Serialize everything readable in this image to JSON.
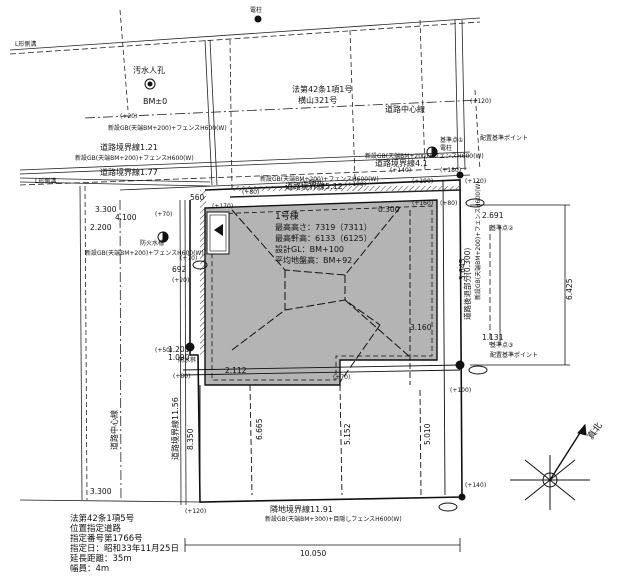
{
  "building": {
    "name": "1号棟",
    "max_height": "最高高さ：7319（7311）",
    "max_eave": "最高軒高：6133（6125）",
    "design_gl": "設計GL：BM+100",
    "avg_ground": "平均地盤高：BM+92"
  },
  "roads": {
    "north_designation_1": "法第42条1項1号",
    "north_designation_2": "横山321号",
    "north_centerline": "道路中心線",
    "north_boundary_1": "道路境界線1.21",
    "north_boundary_2": "道路境界線1.77",
    "north_boundary_3": "道路境界線4.1",
    "north_boundary_4": "道路境界線5.12",
    "west_centerline": "道路中心線",
    "west_boundary": "道路境界線11.56",
    "south_boundary": "隣地境界線11.91",
    "east_road_note": "道路後退部分(0.300)"
  },
  "markers": {
    "manhole": "汚水人孔",
    "bm": "BM±0",
    "pole": "電柱",
    "pole2": "電柱",
    "fire": "防火水槽",
    "drain": "雨水桝",
    "ref1": "配置基準ポイント",
    "ref2": "配置基準ポイント",
    "ref3": "基準点③",
    "ref4": "基準点②",
    "ref5": "基準点①",
    "lmark": "L形側溝",
    "lmark2": "L形側溝"
  },
  "notes_top": {
    "n1": "新設GB(天端BM+200)+フェンスH600(W)",
    "n2": "新設GB(天端BM+200)+フェンスH600(W)",
    "n3": "新設GB(天端BM+200)+フェンスH600(W)",
    "n4": "新設GB(天端BM+200)+フェンスH600(W)",
    "n5": "新設GB(天端BM+200)+フェンスH600(W)",
    "n6": "新設GB(天端BM+300)+目隠しフェンスH600(W)",
    "n7": "新設GB(天端BM+200)+フェンスH600(W)"
  },
  "dims": {
    "d2200": "2.200",
    "d4100": "4.100",
    "d3300": "3.300",
    "d2112": "2.112",
    "d2691": "2.691",
    "d6425": "6.425",
    "d1131": "1.131",
    "d10050": "10.050",
    "d8350": "8.350",
    "d6665": "6.665",
    "d5152": "5.152",
    "d5010": "5.010",
    "d3300b": "3.300",
    "d3160": "3.160",
    "d0300": "0.300",
    "d692": "692",
    "d1090": "1.090",
    "d1205": "1.205",
    "d560": "560",
    "d3645": "3.645"
  },
  "levels": {
    "l1": "(+20)",
    "l2": "(+120)",
    "l3": "(+70)",
    "l4": "(+170)",
    "l5": "(+100)",
    "l6": "(+20)",
    "l7": "(+50)",
    "l8": "(+80)",
    "l9": "(+100)",
    "l10": "(+120)",
    "l11": "(+140)",
    "l12": "(+120)",
    "l13": "(+70)",
    "l14": "(+80)",
    "l15": "(+140)",
    "l16": "(+130)",
    "l17": "(+80)",
    "l18": "(+160)",
    "l19": "(+180)",
    "l20": "(+190)",
    "l21": "(+70)"
  },
  "north": "真北",
  "footer": {
    "line1": "法第42条1項5号",
    "line2": "位置指定道路",
    "line3": "指定番号第1766号",
    "line4": "指定日：昭和33年11月25日",
    "line5": "延長距離：35m",
    "line6": "幅員：4m"
  }
}
